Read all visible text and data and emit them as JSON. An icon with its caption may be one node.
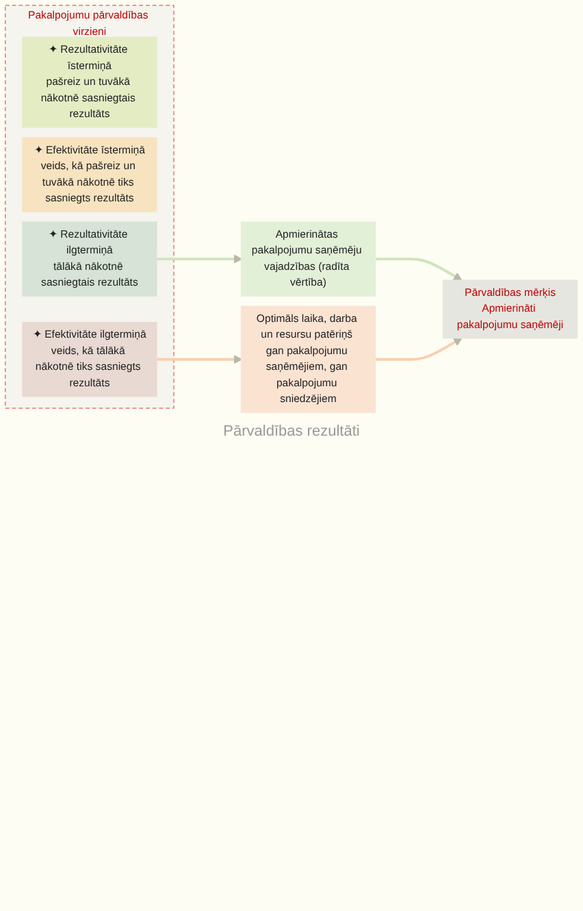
{
  "diagram": {
    "nodes": [
      {
        "text": [
          "Pakalpojumu pārvaldības virzieni"
        ]
      },
      {
        "text": [
          "✦ Rezultativitāte īstermiņā",
          "pašreiz un tuvākā nākotnē sasniegtais rezultāts"
        ],
        "in": 0
      },
      {
        "text": [
          "✦ Efektivitāte īstermiņā",
          "veids, kā pašreiz un tuvākā nākotnē tiks sasniegts rezultāts"
        ],
        "in": 0
      },
      {
        "text": [
          "✦ Rezultativitāte ilgtermiņā",
          "tālākā nākotnē sasniegtais rezultāts"
        ],
        "in": 0
      },
      {
        "text": [
          "✦ Efektivitāte ilgtermiņā",
          "veids, kā tālākā nākotnē tiks sasniegts rezultāts"
        ],
        "in": 0
      },
      {
        "text": [
          "Apmierinātas pakalpojumu saņēmēju vajadzības (radīta vērtība)"
        ]
      },
      {
        "text": [
          "Optimāls laika, darba un resursu patēriņš gan pakalpojumu saņēmējiem, gan pakalpojumu sniedzējiem"
        ]
      },
      {
        "text": [
          "Pārvaldības mērķis",
          "Apmierināti pakalpojumu saņēmēji"
        ]
      }
    ],
    "edges": [
      {
        "from": 3,
        "to": 5,
        "arrow": "to",
        "color": "#cfe3bd"
      },
      {
        "from": 4,
        "to": 6,
        "arrow": "to",
        "color": "#f8cfae"
      },
      {
        "from": 5,
        "to": 7,
        "arrow": "to",
        "color": "#cfe3bd"
      },
      {
        "from": 6,
        "to": 7,
        "arrow": "to",
        "color": "#f8cfae"
      }
    ],
    "labels": [
      "Pārvaldības rezultāti"
    ]
  }
}
